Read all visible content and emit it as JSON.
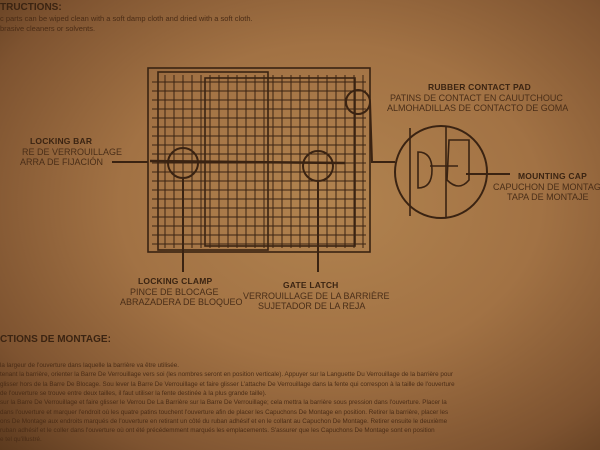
{
  "care": {
    "heading": "TRUCTIONS:",
    "lines": [
      "c parts can be wiped clean with a soft damp cloth and dried with a soft cloth.",
      "brasive cleaners or solvents."
    ]
  },
  "labels": {
    "locking_bar": {
      "en": "LOCKING BAR",
      "fr": "RE DE VERROUILLAGE",
      "es": "ARRA DE FIJACIÓN"
    },
    "rubber_pad": {
      "en": "RUBBER CONTACT PAD",
      "fr": "PATINS DE CONTACT EN CAUUTCHOUC",
      "es": "ALMOHADILLAS DE CONTACTO DE GOMA"
    },
    "mounting_cap": {
      "en": "MOUNTING CAP",
      "fr": "CAPUCHON DE MONTAG",
      "es": "TAPA DE MONTAJE"
    },
    "locking_clamp": {
      "en": "LOCKING CLAMP",
      "fr": "PINCE DE BLOCAGE",
      "es": "ABRAZADERA DE BLOQUEO"
    },
    "gate_latch": {
      "en": "GATE LATCH",
      "fr": "VERROUILLAGE DE LA BARRIÈRE",
      "es": "SUJETADOR DE LA REJA"
    }
  },
  "montage": {
    "heading": "CTIONS DE MONTAGE:",
    "lines": [
      "la largeur de l'ouverture dans laquelle la barrière va être utilisée.",
      "tenant la barrière, orienter la Barre De Verrouillage vers soi (les nombres seront en position verticale). Appuyer sur la Languette Du Verrouillage de la barrière pour",
      "glisser hors de la Barre De Blocage. Sou lever la Barre De Verrouillage et faire glisser L'attache De Verrouillage dans la fente qui correspon à la taille de l'ouverture",
      "de l'ouverture se trouve entre deux tailles, il faut utiliser la fente destinée à la plus grande taille).",
      "sur la Barre De Verrouillage et faire glisser le Verrou De La Barrière sur la Barre De Verrouillage; cela mettra la barrière sous pression dans l'ouverture. Placer la",
      "dans l'ouverture et marquer l'endroit où les quatre patins touchent l'ouverture afin de placer les Capuchons De Montage en position. Retirer la barrière, placer les",
      "ons De Montage aux endroits marqués de l'ouverture en retirant un côté du ruban adhésif et en le collant au Capuchon De Montage. Retirer ensuite le deuxième",
      "ruban adhésif et le coller dans l'ouverture où ont été précédemment marqués les emplacements. S'assurer que les Capuchons De Montage sont en position",
      "e tel qu'illustré."
    ]
  }
}
